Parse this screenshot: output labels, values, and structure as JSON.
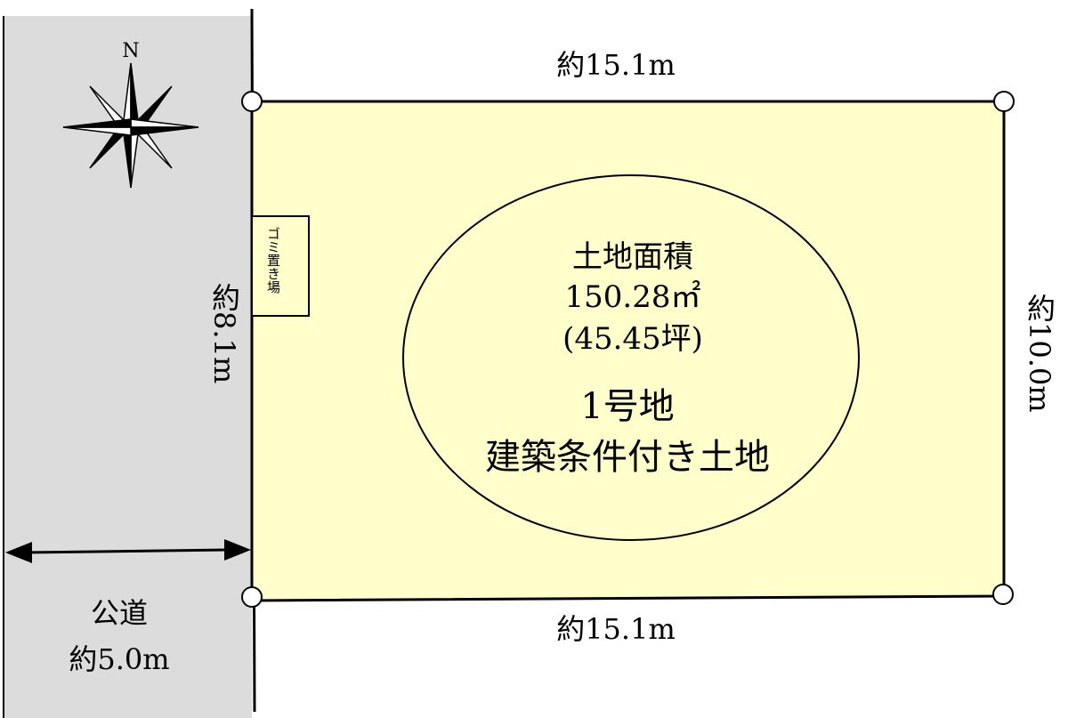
{
  "plot": {
    "lot_number": "1号地",
    "lot_type": "建築条件付き土地",
    "area_label": "土地面積",
    "area_sqm": "150.28㎡",
    "area_tsubo": "(45.45坪)",
    "garbage_area": "ゴミ置き場"
  },
  "dimensions": {
    "top": "約15.1m",
    "bottom": "約15.1m",
    "left": "約8.1m",
    "right": "約10.0m"
  },
  "road": {
    "label": "公道",
    "width": "約5.0m"
  },
  "compass": {
    "north_label": "N"
  },
  "colors": {
    "lot_fill": "#ffffcc",
    "road_fill": "#dcdcdc",
    "line": "#000000"
  }
}
